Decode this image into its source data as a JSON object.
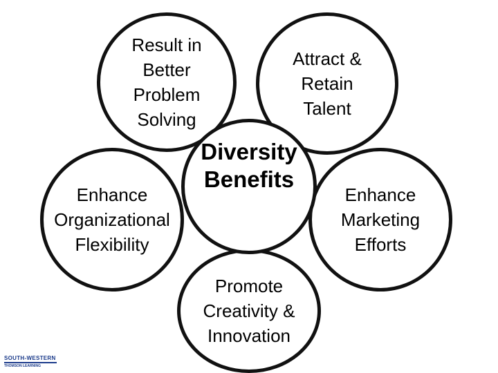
{
  "diagram": {
    "center": "Diversity\nBenefits",
    "top_left": "Result in\nBetter\nProblem\nSolving",
    "top_right": "Attract &\nRetain\nTalent",
    "left": "Enhance\nOrganizational\nFlexibility",
    "right": "Enhance\nMarketing\nEfforts",
    "bottom": "Promote\nCreativity &\nInnovation"
  },
  "logo": {
    "line1": "SOUTH-WESTERN",
    "line2": "THOMSON LEARNING"
  }
}
